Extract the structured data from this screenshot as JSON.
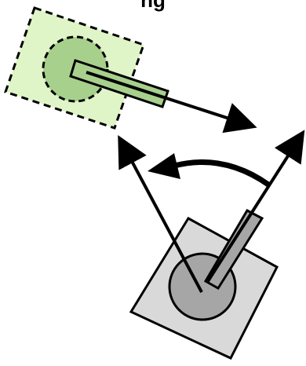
{
  "diagram": {
    "caption_text": "ng",
    "colors": {
      "ghost_fill": "#dff5c8",
      "ghost_circle": "#a8d08d",
      "ghost_barrel": "#a8d08d",
      "body_fill": "#d9d9d9",
      "body_circle": "#a6a6a6",
      "body_barrel": "#a6a6a6",
      "stroke": "#000000"
    },
    "shapes": {
      "ghost_body": "dashed-square",
      "ghost_turret": "dashed-circle",
      "main_body": "square",
      "main_turret": "circle",
      "rotation_indicator": "curved-arrow"
    }
  }
}
